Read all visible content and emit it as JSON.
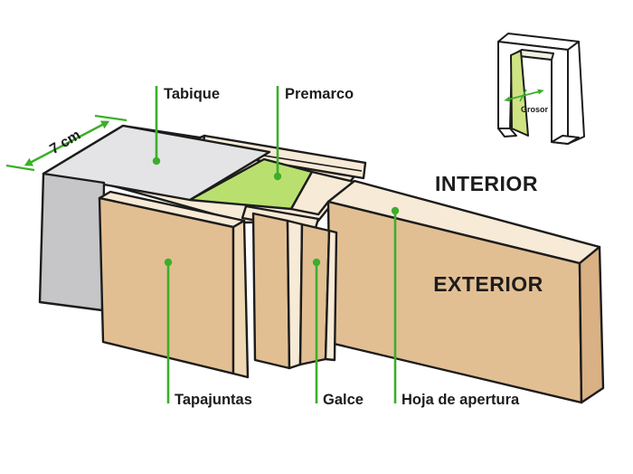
{
  "colors": {
    "label_green": "#3dae2b",
    "wall_grey_top": "#e4e4e6",
    "wall_grey_side": "#c6c6c9",
    "premarco_green": "#b9e06f",
    "wood_tan": "#e2bf93",
    "wood_tan_dark": "#d9b184",
    "wood_cream": "#f7ead6",
    "wood_cream_dark": "#eed7b2",
    "inset_green": "#cfe383",
    "inset_pale": "#f0f2e0",
    "white": "#ffffff"
  },
  "diagram": {
    "dimension_label": "7 cm",
    "part_labels": {
      "tabique": "Tabique",
      "premarco": "Premarco",
      "tapajuntas": "Tapajuntas",
      "galce": "Galce",
      "hoja_de_apertura": "Hoja de apertura"
    },
    "side_labels": {
      "interior": "INTERIOR",
      "exterior": "EXTERIOR"
    },
    "inset": {
      "thickness_label": "Grosor"
    }
  }
}
